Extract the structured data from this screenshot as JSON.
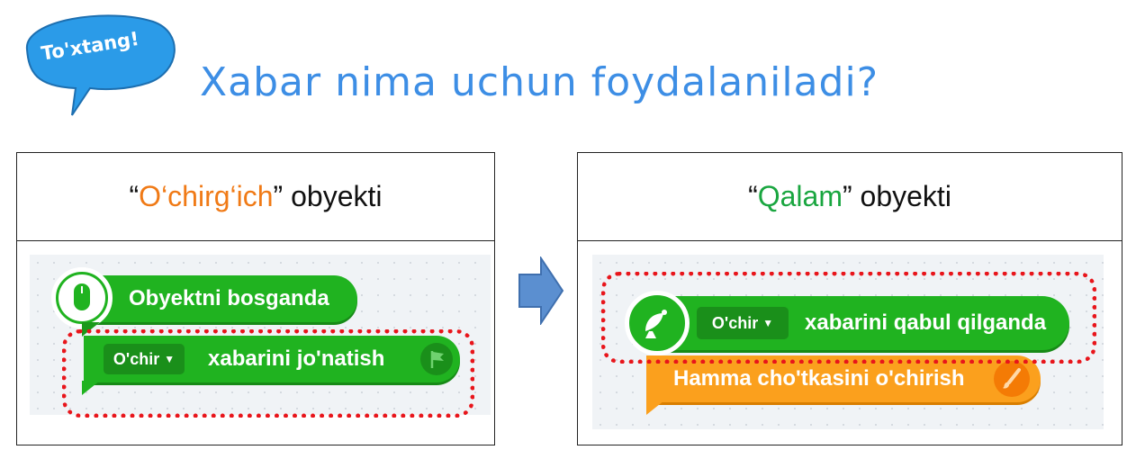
{
  "stop_badge": {
    "label": "To'xtang!"
  },
  "heading": "Xabar nima uchun foydalaniladi?",
  "left_panel": {
    "title_open_quote": "“",
    "title_highlight": "O‘chirg‘ich",
    "title_close": "” obyekti",
    "event_block": "Obyektni bosganda",
    "dropdown_value": "O'chir",
    "send_block": "xabarini jo'natish"
  },
  "right_panel": {
    "title_open_quote": "“",
    "title_highlight": "Qalam",
    "title_close": "” obyekti",
    "dropdown_value": "O'chir",
    "receive_block": "xabarini qabul qilganda",
    "action_block": "Hamma cho'tkasini o'chirish"
  },
  "colors": {
    "heading": "#3d8ee5",
    "badge": "#2b9be8",
    "block_green": "#20b320",
    "block_orange": "#fba01d",
    "highlight_left": "#f07a16",
    "highlight_right": "#1aa640",
    "dotted_outline": "#e8151b",
    "arrow": "#5b8fd0"
  },
  "icons": [
    "speech-bubble",
    "mouse-icon",
    "flag-icon",
    "satellite-dish-icon",
    "brush-icon",
    "arrow-right-icon"
  ]
}
